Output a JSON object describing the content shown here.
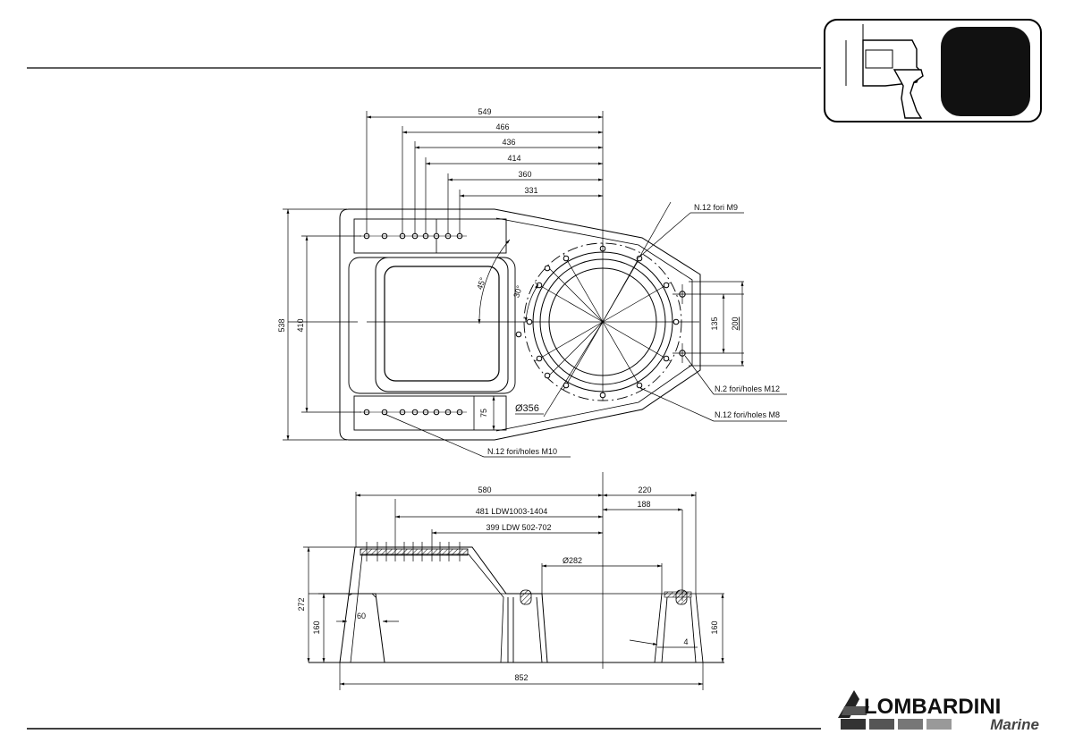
{
  "top_view": {
    "dim_549": "549",
    "dim_466": "466",
    "dim_436": "436",
    "dim_414": "414",
    "dim_360": "360",
    "dim_331": "331",
    "dim_538": "538",
    "dim_410": "410",
    "dim_75": "75",
    "dim_135": "135",
    "dim_200": "200",
    "angle_45": "45°",
    "angle_30": "30°",
    "diameter_356": "Ø356",
    "note_m9": "N.12 fori M9",
    "note_m12": "N.2 fori/holes M12",
    "note_m8": "N.12 fori/holes M8",
    "note_m10": "N.12 fori/holes M10"
  },
  "side_view": {
    "dim_580": "580",
    "dim_220": "220",
    "dim_188": "188",
    "dim_481": "481 LDW1003-1404",
    "dim_399": "399 LDW 502-702",
    "diameter_282": "Ø282",
    "dim_272": "272",
    "dim_160_left": "160",
    "dim_60": "60",
    "dim_160_right": "160",
    "dim_4": "4",
    "dim_852": "852"
  },
  "logo": {
    "brand": "LOMBARDINI",
    "sub": "Marine"
  }
}
